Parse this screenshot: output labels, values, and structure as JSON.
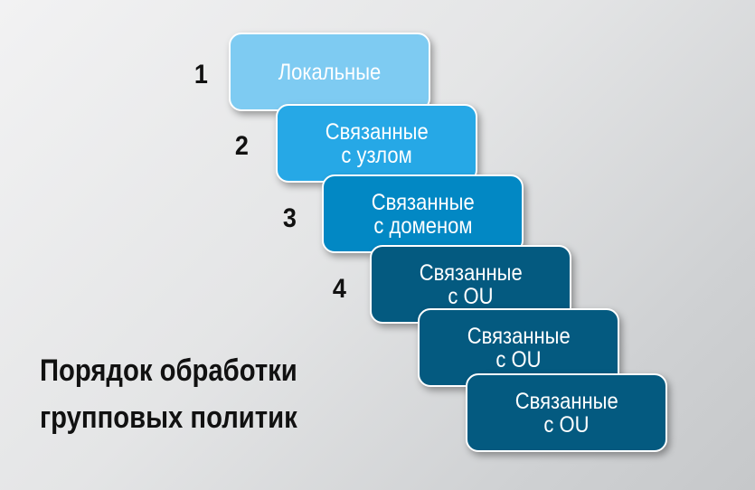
{
  "steps": [
    {
      "number": "1",
      "line1": "Локальные",
      "line2": "",
      "color": "#7ecbf2"
    },
    {
      "number": "2",
      "line1": "Связанные",
      "line2": "с узлом",
      "color": "#26a8e6"
    },
    {
      "number": "3",
      "line1": "Связанные",
      "line2": "с доменом",
      "color": "#0288c4"
    },
    {
      "number": "4",
      "line1": "Связанные",
      "line2": "с OU",
      "color": "#045a80"
    },
    {
      "number": "",
      "line1": "Связанные",
      "line2": "с OU",
      "color": "#045a80"
    },
    {
      "number": "",
      "line1": "Связанные",
      "line2": "с OU",
      "color": "#045a80"
    }
  ],
  "title": {
    "line1": "Порядок обработки",
    "line2": "групповых политик"
  }
}
